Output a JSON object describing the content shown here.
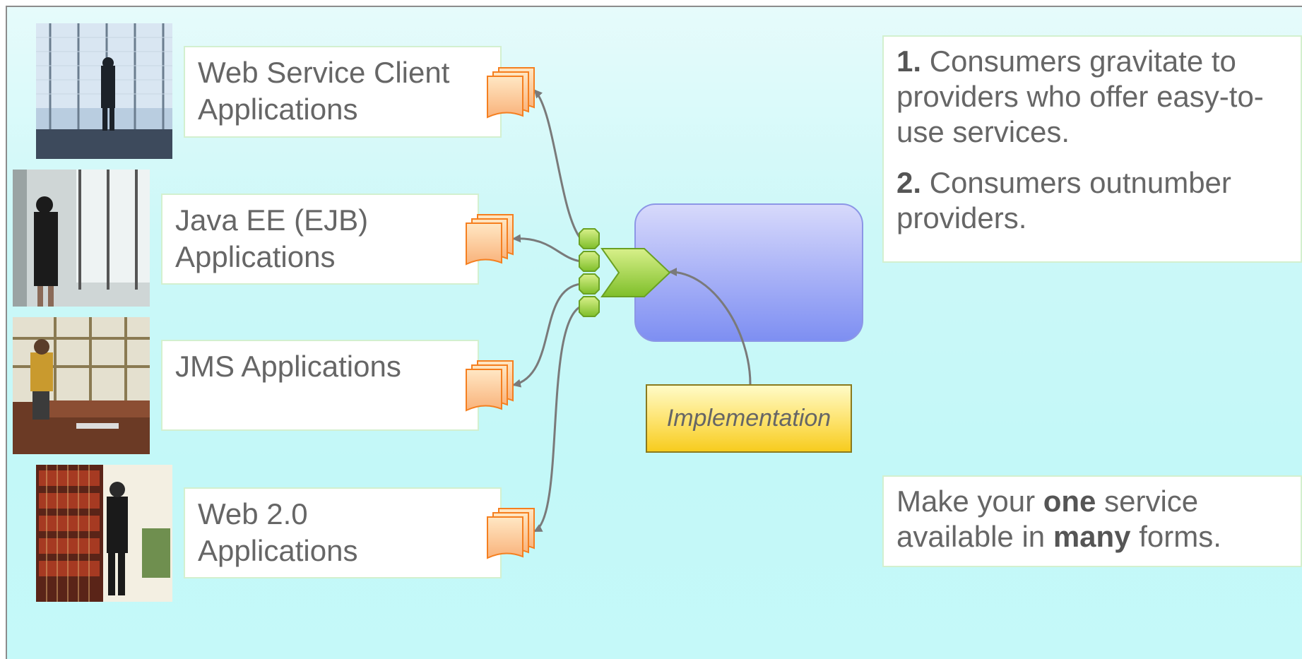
{
  "clients": [
    {
      "lines": [
        "Web Service Client",
        "Applications"
      ],
      "photo_icon": "person-at-window-photo"
    },
    {
      "lines": [
        "Java EE (EJB)",
        "Applications"
      ],
      "photo_icon": "woman-at-window-photo"
    },
    {
      "lines": [
        "JMS Applications"
      ],
      "photo_icon": "man-in-office-photo"
    },
    {
      "lines": [
        "Web 2.0",
        "Applications"
      ],
      "photo_icon": "man-in-library-photo"
    }
  ],
  "implementation_label": "Implementation",
  "notes": {
    "point1_number": "1.",
    "point1_text": "Consumers gravitate to providers who offer easy-to-use services.",
    "point2_number": "2.",
    "point2_text": "Consumers outnumber providers.",
    "tagline_pre": "Make your",
    "tagline_bold1": "one",
    "tagline_mid": "service available in",
    "tagline_bold2": "many",
    "tagline_post": "forms."
  },
  "colors": {
    "service_box": "#8c96e6",
    "implementation_note": "#f7cc1e",
    "document_stack": "#f57f1f",
    "connector_green": "#8dc63f",
    "label_text": "#666666"
  }
}
